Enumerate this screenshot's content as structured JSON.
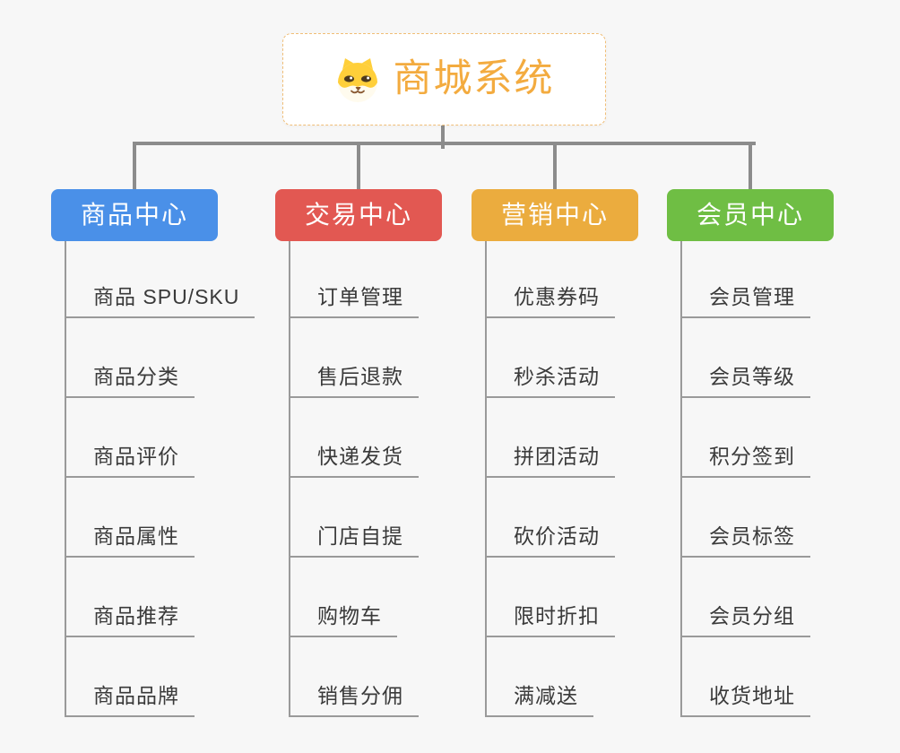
{
  "root": {
    "title": "商城系统",
    "icon": "dog-face-icon",
    "accent_color": "#F3AB3F",
    "border_color": "#F0BE77"
  },
  "branches": [
    {
      "label": "商品中心",
      "color": "#4A90E8",
      "items": [
        "商品 SPU/SKU",
        "商品分类",
        "商品评价",
        "商品属性",
        "商品推荐",
        "商品品牌"
      ]
    },
    {
      "label": "交易中心",
      "color": "#E25852",
      "items": [
        "订单管理",
        "售后退款",
        "快递发货",
        "门店自提",
        "购物车",
        "销售分佣"
      ]
    },
    {
      "label": "营销中心",
      "color": "#EBAC3E",
      "items": [
        "优惠券码",
        "秒杀活动",
        "拼团活动",
        "砍价活动",
        "限时折扣",
        "满减送"
      ]
    },
    {
      "label": "会员中心",
      "color": "#6FBE44",
      "items": [
        "会员管理",
        "会员等级",
        "积分签到",
        "会员标签",
        "会员分组",
        "收货地址"
      ]
    }
  ],
  "colors": {
    "background": "#F7F7F7",
    "connector": "#8C8C8C",
    "subline": "#9A9A9A",
    "item_text": "#3A3A3A"
  }
}
